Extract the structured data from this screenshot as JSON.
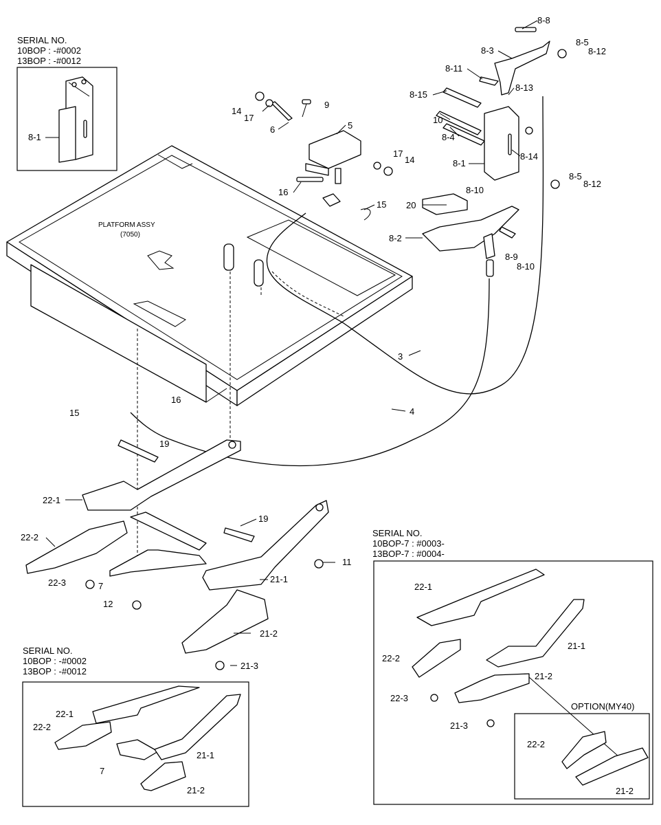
{
  "callouts": {
    "serial_tl": [
      "SERIAL NO.",
      "10BOP : -#0002",
      "13BOP : -#0012"
    ],
    "serial_br": [
      "SERIAL NO.",
      "10BOP-7 : #0003-",
      "13BOP-7 : #0004-"
    ],
    "serial_bl": [
      "SERIAL NO.",
      "10BOP : -#0002",
      "13BOP : -#0012"
    ],
    "option": "OPTION(MY40)",
    "platform": [
      "PLATFORM ASSY",
      "(7050)"
    ]
  },
  "labels": {
    "p8_8": "8-8",
    "p8_3": "8-3",
    "p8_5a": "8-5",
    "p8_12a": "8-12",
    "p8_11": "8-11",
    "p8_15": "8-15",
    "p8_13": "8-13",
    "p10": "10",
    "p8_4": "8-4",
    "p8_14": "8-14",
    "p8_1": "8-1",
    "p8_5b": "8-5",
    "p8_12b": "8-12",
    "p14a": "14",
    "p17a": "17",
    "p9": "9",
    "p6": "6",
    "p5": "5",
    "p17b": "17",
    "p14b": "14",
    "p16a": "16",
    "p15a": "15",
    "p8_10a": "8-10",
    "p20": "20",
    "p8_2": "8-2",
    "p8_9": "8-9",
    "p8_10b": "8-10",
    "p3": "3",
    "p4": "4",
    "p16b": "16",
    "p15b": "15",
    "p19a": "19",
    "p22_1": "22-1",
    "p22_2": "22-2",
    "p19b": "19",
    "p11": "11",
    "p7": "7",
    "p21_1": "21-1",
    "p22_3": "22-3",
    "p12": "12",
    "p21_2": "21-2",
    "p21_3": "21-3",
    "inset_tl_8_1": "8-1",
    "bl_22_1": "22-1",
    "bl_22_2": "22-2",
    "bl_7": "7",
    "bl_21_1": "21-1",
    "bl_21_2": "21-2",
    "br_22_1": "22-1",
    "br_22_2": "22-2",
    "br_22_3": "22-3",
    "br_21_1": "21-1",
    "br_21_2": "21-2",
    "br_21_3": "21-3",
    "opt_22_2": "22-2",
    "opt_21_2": "21-2"
  }
}
